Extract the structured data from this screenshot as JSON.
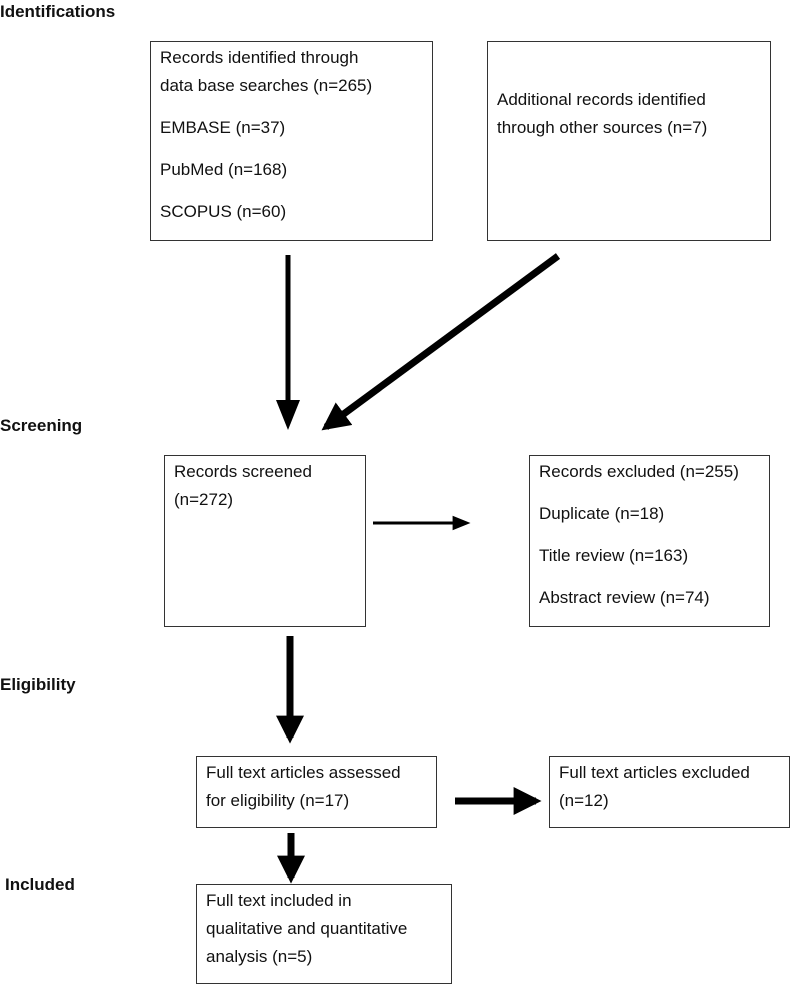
{
  "stages": {
    "identification": "Identifications",
    "screening": "Screening",
    "eligibility": "Eligibility",
    "included": "Included"
  },
  "boxes": {
    "database_records": {
      "lines": [
        "Records identified through",
        "data base searches (n=265)"
      ],
      "items": [
        "EMBASE (n=37)",
        "PubMed (n=168)",
        "SCOPUS (n=60)"
      ]
    },
    "other_sources": {
      "lines": [
        "Additional records identified",
        "through other sources (n=7)"
      ]
    },
    "records_screened": {
      "lines": [
        "Records screened",
        "(n=272)"
      ]
    },
    "records_excluded": {
      "lines": [
        "Records excluded (n=255)"
      ],
      "items": [
        "Duplicate (n=18)",
        "Title review (n=163)",
        "Abstract review (n=74)"
      ]
    },
    "fulltext_assessed": {
      "lines": [
        "Full text articles assessed",
        "for eligibility (n=17)"
      ]
    },
    "fulltext_excluded": {
      "lines": [
        "Full text articles excluded",
        "(n=12)"
      ]
    },
    "fulltext_included": {
      "lines": [
        "Full text included in",
        "qualitative and quantitative",
        "analysis (n=5)"
      ]
    }
  }
}
